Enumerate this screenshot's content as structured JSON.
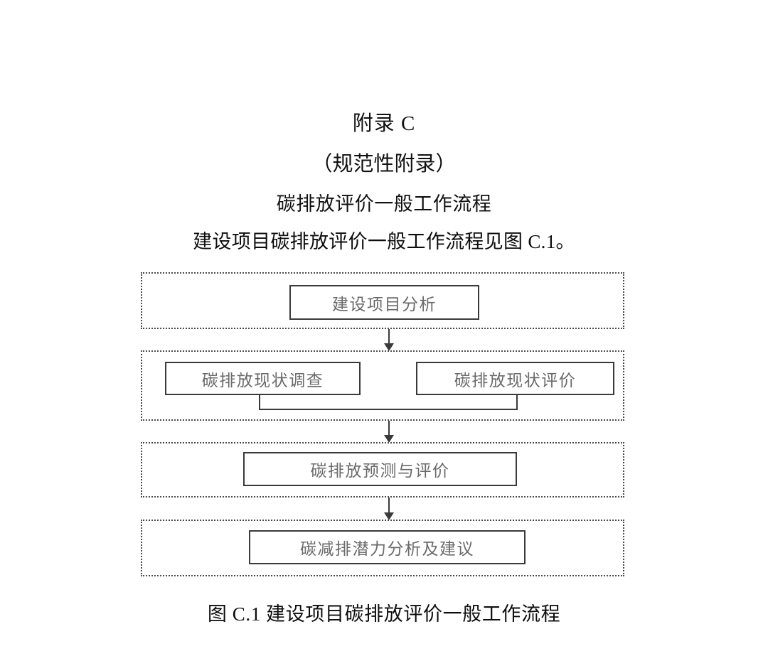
{
  "heading": {
    "appendix_title": "附录 C",
    "appendix_subtitle": "（规范性附录）",
    "section_title": "碳排放评价一般工作流程",
    "intro_sentence": "建设项目碳排放评价一般工作流程见图 C.1。"
  },
  "flowchart": {
    "stages": [
      {
        "id": "stage-1",
        "nodes": [
          {
            "id": "node-analysis",
            "label": "建设项目分析"
          }
        ]
      },
      {
        "id": "stage-2",
        "nodes": [
          {
            "id": "node-survey",
            "label": "碳排放现状调查"
          },
          {
            "id": "node-eval",
            "label": "碳排放现状评价"
          }
        ]
      },
      {
        "id": "stage-3",
        "nodes": [
          {
            "id": "node-forecast",
            "label": "碳排放预测与评价"
          }
        ]
      },
      {
        "id": "stage-4",
        "nodes": [
          {
            "id": "node-reduction",
            "label": "碳减排潜力分析及建议"
          }
        ]
      }
    ],
    "connectors": [
      {
        "id": "arrow-1",
        "from": "stage-1",
        "to": "stage-2",
        "type": "arrow-down"
      },
      {
        "id": "bracket",
        "from": "node-survey+node-eval",
        "to": "stage-2-bottom",
        "type": "merge-bracket"
      },
      {
        "id": "arrow-2",
        "from": "stage-2",
        "to": "stage-3",
        "type": "arrow-down"
      },
      {
        "id": "arrow-3",
        "from": "stage-3",
        "to": "stage-4",
        "type": "arrow-down"
      }
    ]
  },
  "caption": {
    "text": "图 C.1  建设项目碳排放评价一般工作流程"
  },
  "colors": {
    "page_background": "#ffffff",
    "heading_text": "#111111",
    "node_text": "#6a6a6a",
    "node_border": "#3a3a3a",
    "stage_border": "#4a4a4a",
    "connector": "#3a3a3a",
    "caption_text": "#0d0d0d"
  }
}
